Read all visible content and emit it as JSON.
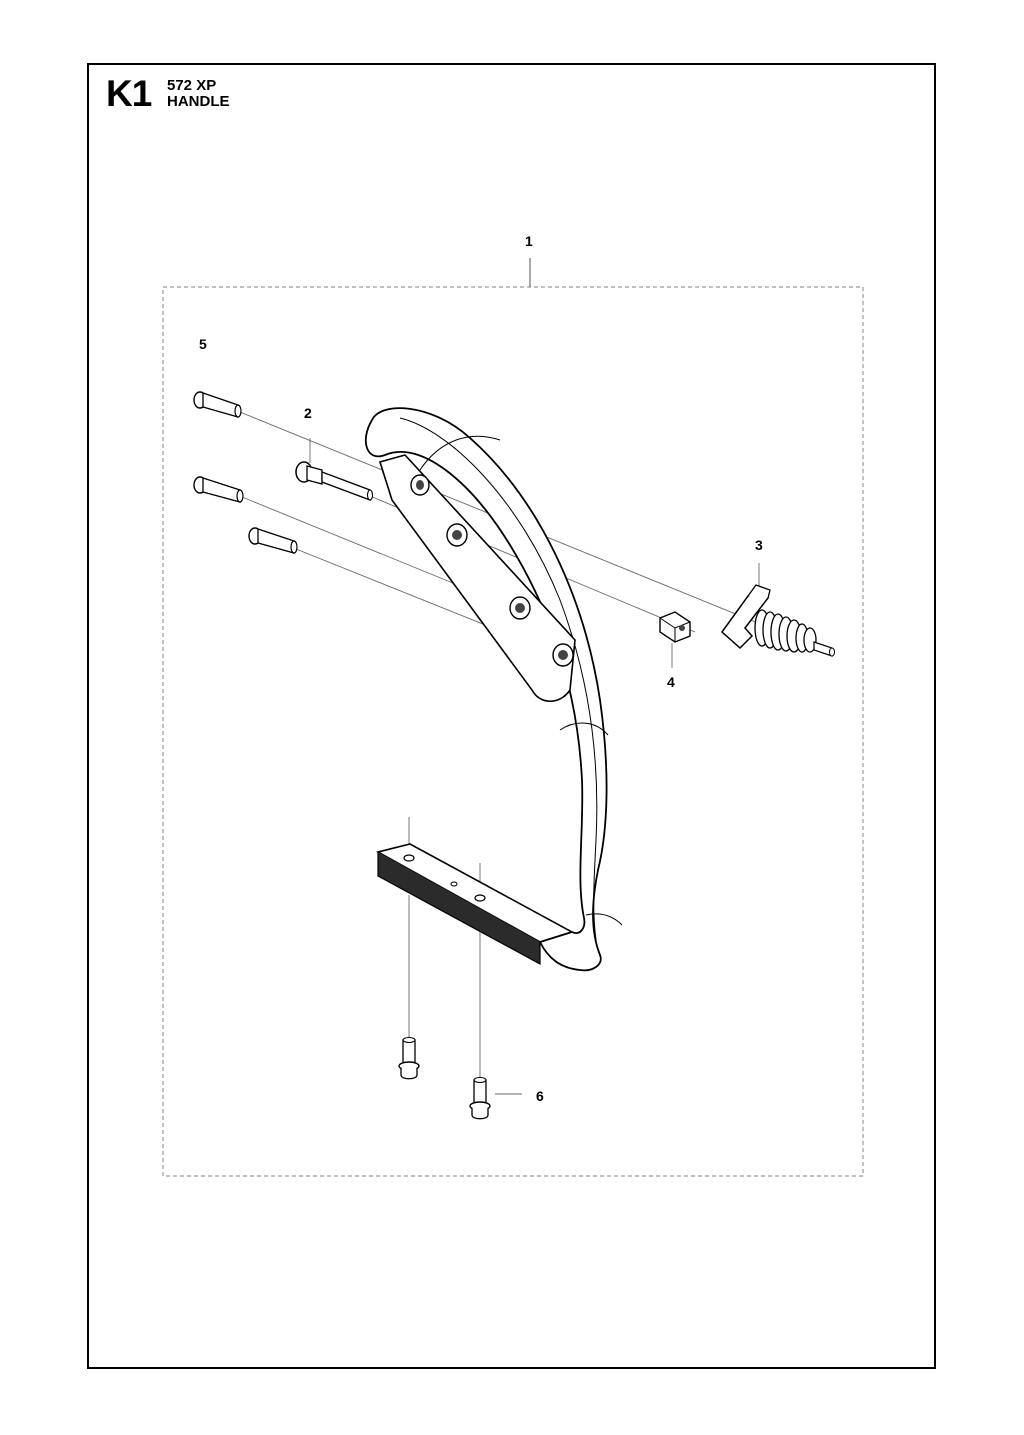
{
  "header": {
    "section_code": "K1",
    "model": "572 XP",
    "title": "HANDLE"
  },
  "callouts": [
    {
      "id": "1",
      "label": "1"
    },
    {
      "id": "2",
      "label": "2"
    },
    {
      "id": "3",
      "label": "3"
    },
    {
      "id": "4",
      "label": "4"
    },
    {
      "id": "5",
      "label": "5"
    },
    {
      "id": "6",
      "label": "6"
    }
  ],
  "parts": [
    {
      "ref": "1",
      "icon": "handle-assembly-kit"
    },
    {
      "ref": "2",
      "icon": "shoulder-screw"
    },
    {
      "ref": "3",
      "icon": "vibration-damper-spring"
    },
    {
      "ref": "4",
      "icon": "square-nut"
    },
    {
      "ref": "5",
      "icon": "screw"
    },
    {
      "ref": "6",
      "icon": "flange-screw"
    }
  ]
}
